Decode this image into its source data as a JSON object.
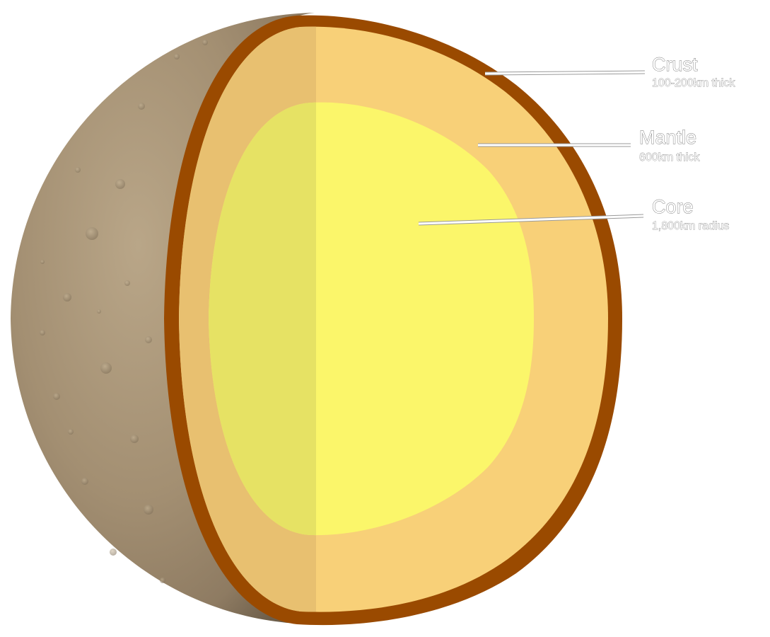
{
  "layers": [
    {
      "id": "crust",
      "name": "Crust",
      "detail": "100-200km thick"
    },
    {
      "id": "mantle",
      "name": "Mantle",
      "detail": "600km thick"
    },
    {
      "id": "core",
      "name": "Core",
      "detail": "1,800km radius"
    }
  ],
  "colors": {
    "surface": "#a38f72",
    "crust": "#9a4a00",
    "mantle": "#f8d078",
    "mantle_shadow": "#e8c070",
    "core": "#fbf66a",
    "core_shadow": "#e6e264"
  }
}
